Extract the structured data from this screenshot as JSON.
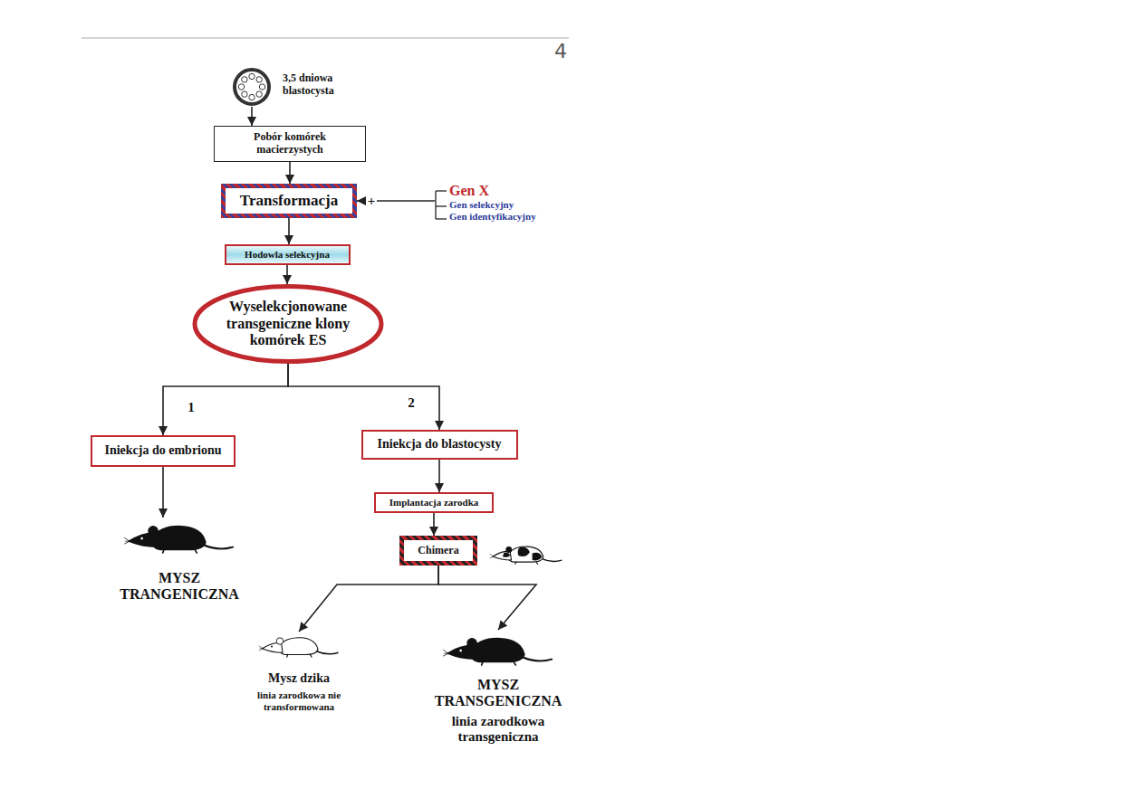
{
  "diagram": {
    "nodes": [
      {
        "text": [
          "3,5 dniowa blastocysta"
        ]
      },
      {
        "text": [
          "Pobór komórek macierzystych"
        ]
      },
      {
        "text": [
          "Transformacja"
        ]
      },
      {
        "text": [
          "Gen X",
          "Gen selekcyjny",
          "Gen identyfikacyjny"
        ]
      },
      {
        "text": [
          "Hodowla selekcyjna"
        ]
      },
      {
        "text": [
          "Wyselekcjonowane transgeniczne klony komórek ES"
        ]
      },
      {
        "text": [
          "Iniekcja do embrionu"
        ]
      },
      {
        "text": [
          "Iniekcja do blastocysty"
        ]
      },
      {
        "text": [
          "Implantacja zarodka"
        ]
      },
      {
        "text": [
          "Chimera"
        ]
      },
      {
        "text": [
          "MYSZ TRANGENICZNA"
        ]
      },
      {
        "text": [
          "Mysz dzika",
          "linia zarodkowa nie transformowana"
        ]
      },
      {
        "text": [
          "MYSZ TRANSGENICZNA",
          "linia zarodkowa transgeniczna"
        ]
      }
    ],
    "edges": [
      {
        "from": 0,
        "to": 1,
        "arrow": "to"
      },
      {
        "from": 1,
        "to": 2,
        "arrow": "to"
      },
      {
        "from": 3,
        "to": 2,
        "label": "+",
        "arrow": "to"
      },
      {
        "from": 2,
        "to": 4,
        "arrow": "to"
      },
      {
        "from": 4,
        "to": 5,
        "arrow": "to"
      },
      {
        "from": 5,
        "to": 6,
        "label": "1",
        "arrow": "to"
      },
      {
        "from": 5,
        "to": 7,
        "label": "2",
        "arrow": "to"
      },
      {
        "from": 6,
        "to": 10,
        "arrow": "to"
      },
      {
        "from": 7,
        "to": 8,
        "arrow": "to"
      },
      {
        "from": 8,
        "to": 9,
        "arrow": "to"
      },
      {
        "from": 9,
        "to": 11,
        "arrow": "to"
      },
      {
        "from": 9,
        "to": 12,
        "arrow": "to"
      }
    ],
    "labels": [
      "4"
    ]
  }
}
